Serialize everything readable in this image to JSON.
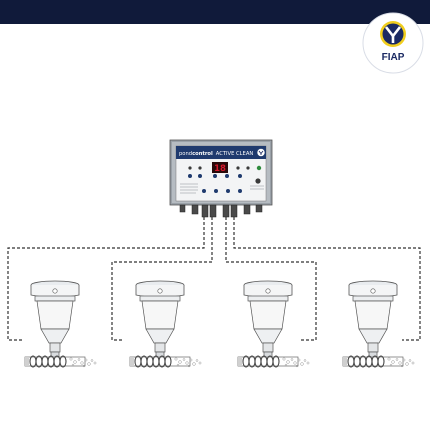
{
  "brand": {
    "logo_icon": "fiap-shield-y-icon",
    "logo_text": "FIAP",
    "band_color": "#101a3a",
    "logo_color": "#1b2a63",
    "logo_ring_color": "#f1ce1e"
  },
  "controller": {
    "title_prefix": "pond",
    "title_bold": "control",
    "title_suffix": "ACTIVE CLEAN",
    "display_value": "18",
    "display_color": "#d8192b"
  },
  "units": [
    {
      "id": "unit-1"
    },
    {
      "id": "unit-2"
    },
    {
      "id": "unit-3"
    },
    {
      "id": "unit-4"
    }
  ]
}
